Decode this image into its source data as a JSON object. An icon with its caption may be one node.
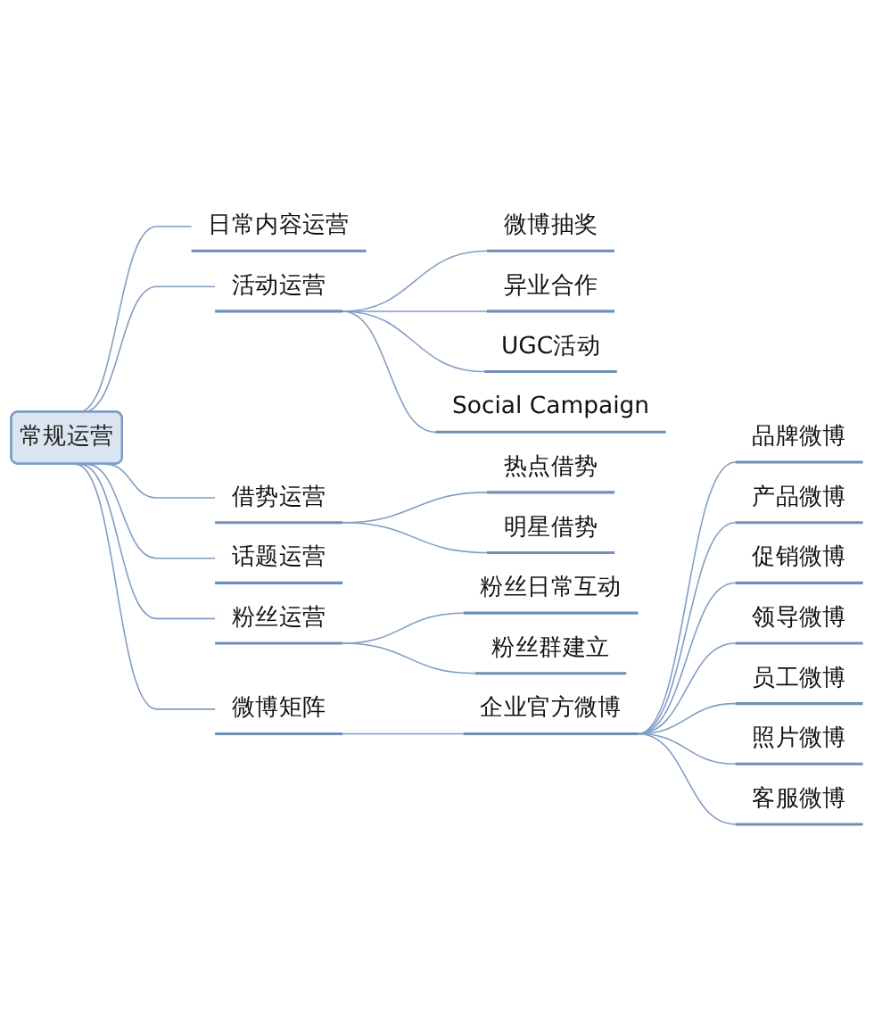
{
  "diagram": {
    "nodes": [
      {
        "text": [
          "常规运营"
        ]
      },
      {
        "text": [
          "日常内容运营"
        ]
      },
      {
        "text": [
          "活动运营"
        ]
      },
      {
        "text": [
          "微博抽奖"
        ]
      },
      {
        "text": [
          "异业合作"
        ]
      },
      {
        "text": [
          "UGC活动"
        ]
      },
      {
        "text": [
          "Social Campaign"
        ]
      },
      {
        "text": [
          "借势运营"
        ]
      },
      {
        "text": [
          "热点借势"
        ]
      },
      {
        "text": [
          "明星借势"
        ]
      },
      {
        "text": [
          "话题运营"
        ]
      },
      {
        "text": [
          "粉丝运营"
        ]
      },
      {
        "text": [
          "粉丝日常互动"
        ]
      },
      {
        "text": [
          "粉丝群建立"
        ]
      },
      {
        "text": [
          "微博矩阵"
        ]
      },
      {
        "text": [
          "企业官方微博"
        ]
      },
      {
        "text": [
          "品牌微博"
        ]
      },
      {
        "text": [
          "产品微博"
        ]
      },
      {
        "text": [
          "促销微博"
        ]
      },
      {
        "text": [
          "领导微博"
        ]
      },
      {
        "text": [
          "员工微博"
        ]
      },
      {
        "text": [
          "照片微博"
        ]
      },
      {
        "text": [
          "客服微博"
        ]
      }
    ],
    "edges": [
      {
        "from": 0,
        "to": 1,
        "arrow": "none"
      },
      {
        "from": 0,
        "to": 2,
        "arrow": "none"
      },
      {
        "from": 2,
        "to": 3,
        "arrow": "none"
      },
      {
        "from": 2,
        "to": 4,
        "arrow": "none"
      },
      {
        "from": 2,
        "to": 5,
        "arrow": "none"
      },
      {
        "from": 2,
        "to": 6,
        "arrow": "none"
      },
      {
        "from": 0,
        "to": 7,
        "arrow": "none"
      },
      {
        "from": 7,
        "to": 8,
        "arrow": "none"
      },
      {
        "from": 7,
        "to": 9,
        "arrow": "none"
      },
      {
        "from": 0,
        "to": 10,
        "arrow": "none"
      },
      {
        "from": 0,
        "to": 11,
        "arrow": "none"
      },
      {
        "from": 11,
        "to": 12,
        "arrow": "none"
      },
      {
        "from": 11,
        "to": 13,
        "arrow": "none"
      },
      {
        "from": 0,
        "to": 14,
        "arrow": "none"
      },
      {
        "from": 14,
        "to": 15,
        "arrow": "none"
      },
      {
        "from": 15,
        "to": 16,
        "arrow": "none"
      },
      {
        "from": 15,
        "to": 17,
        "arrow": "none"
      },
      {
        "from": 15,
        "to": 18,
        "arrow": "none"
      },
      {
        "from": 15,
        "to": 19,
        "arrow": "none"
      },
      {
        "from": 15,
        "to": 20,
        "arrow": "none"
      },
      {
        "from": 15,
        "to": 21,
        "arrow": "none"
      },
      {
        "from": 15,
        "to": 22,
        "arrow": "none"
      }
    ]
  }
}
